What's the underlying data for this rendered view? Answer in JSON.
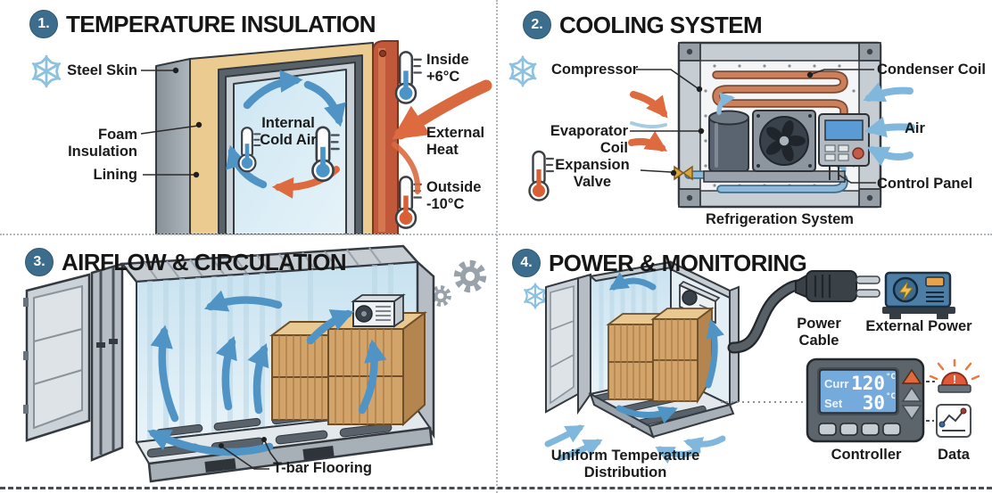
{
  "colors": {
    "badge": "#3c6d8c",
    "snowflake": "#8cc2e0",
    "cold_arrow": "#4f94c4",
    "warm_arrow": "#dd6b3f",
    "foam": "#eccb90",
    "steel": "#949da4",
    "interior": "#d9ecf5",
    "outer_wall": "#c2583a",
    "crate": "#d3a469",
    "controller_screen": "#74aadc",
    "alarm": "#e05a3a"
  },
  "panels": {
    "insulation": {
      "number": "1.",
      "title": "TEMPERATURE INSULATION",
      "labels": {
        "steel_skin": "Steel Skin",
        "foam": "Foam Insulation",
        "lining": "Lining",
        "internal": "Internal\nCold Air",
        "inside": "Inside\n+6°C",
        "external_heat": "External\nHeat",
        "outside": "Outside\n-10°C"
      }
    },
    "cooling": {
      "number": "2.",
      "title": "COOLING SYSTEM",
      "labels": {
        "compressor": "Compressor",
        "evaporator": "Evaporator Coil",
        "expansion": "Expansion\nValve",
        "condenser": "Condenser Coil",
        "air": "Air",
        "control_panel": "Control Panel",
        "caption": "Refrigeration System"
      }
    },
    "airflow": {
      "number": "3.",
      "title": "AIRFLOW & CIRCULATION",
      "labels": {
        "tbar": "T-bar Flooring"
      }
    },
    "power": {
      "number": "4.",
      "title": "POWER & MONITORING",
      "labels": {
        "power_cable": "Power\nCable",
        "external_power": "External Power",
        "uniform": "Uniform Temperature\nDistribution",
        "controller": "Controller",
        "data": "Data",
        "alarm_mark": "!"
      },
      "display": {
        "curr_label": "Curr",
        "curr_value": "120",
        "set_label": "Set",
        "set_value": "30",
        "unit": "°C"
      }
    }
  }
}
